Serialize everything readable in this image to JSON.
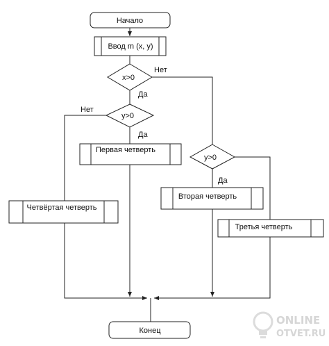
{
  "nodes": {
    "start": "Начало",
    "input": "Ввод m (x, y)",
    "cond_x": "x>0",
    "cond_y_left": "y>0",
    "cond_y_right": "y>0",
    "q1": "Первая четверть",
    "q2": "Вторая четверть",
    "q3": "Третья четверть",
    "q4": "Четвёртая четверть",
    "end": "Конец"
  },
  "edges": {
    "x_no": "Нет",
    "x_yes": "Да",
    "yl_no": "Нет",
    "yl_yes": "Да",
    "yr_yes": "Да"
  },
  "watermark": {
    "line1": "ONLINE",
    "line2": "OTVET.RU"
  }
}
